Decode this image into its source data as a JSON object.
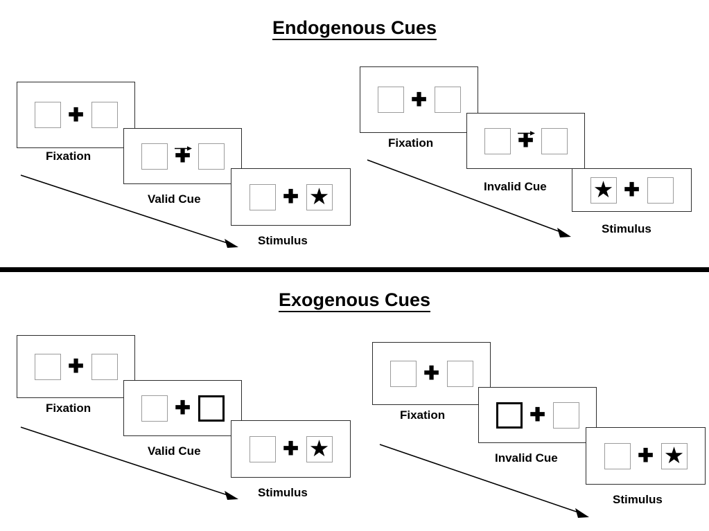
{
  "figure": {
    "sections": [
      {
        "id": "endogenous",
        "title": "Endogenous Cues",
        "sequences": [
          {
            "id": "endogenous-valid",
            "panels": [
              {
                "caption": "Fixation",
                "cue": "none",
                "left": "empty",
                "right": "empty"
              },
              {
                "caption": "Valid Cue",
                "cue": "arrow-right",
                "left": "empty",
                "right": "empty"
              },
              {
                "caption": "Stimulus",
                "cue": "none",
                "left": "empty",
                "right": "star"
              }
            ]
          },
          {
            "id": "endogenous-invalid",
            "panels": [
              {
                "caption": "Fixation",
                "cue": "none",
                "left": "empty",
                "right": "empty"
              },
              {
                "caption": "Invalid Cue",
                "cue": "arrow-right",
                "left": "empty",
                "right": "empty"
              },
              {
                "caption": "Stimulus",
                "cue": "none",
                "left": "star",
                "right": "empty"
              }
            ]
          }
        ]
      },
      {
        "id": "exogenous",
        "title": "Exogenous Cues",
        "sequences": [
          {
            "id": "exogenous-valid",
            "panels": [
              {
                "caption": "Fixation",
                "cue": "none",
                "left": "empty",
                "right": "empty"
              },
              {
                "caption": "Valid Cue",
                "cue": "none",
                "left": "empty",
                "right": "cued"
              },
              {
                "caption": "Stimulus",
                "cue": "none",
                "left": "empty",
                "right": "star"
              }
            ]
          },
          {
            "id": "exogenous-invalid",
            "panels": [
              {
                "caption": "Fixation",
                "cue": "none",
                "left": "empty",
                "right": "empty"
              },
              {
                "caption": "Invalid Cue",
                "cue": "none",
                "left": "cued",
                "right": "empty"
              },
              {
                "caption": "Stimulus",
                "cue": "none",
                "left": "empty",
                "right": "star"
              }
            ]
          }
        ]
      }
    ],
    "glyphs": {
      "fixation_cross": "✚",
      "target_star": "★"
    },
    "colors": {
      "ink": "#000000",
      "frame_border": "#2b2b2b",
      "placeholder_border": "#9b9b9b",
      "cued_border": "#000000",
      "background": "#ffffff"
    }
  }
}
